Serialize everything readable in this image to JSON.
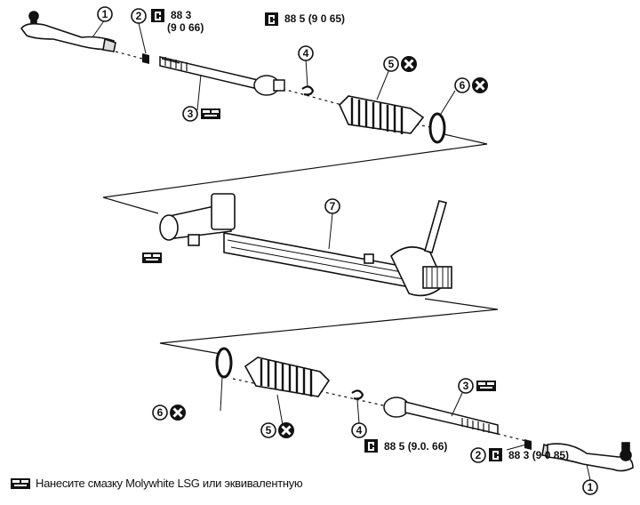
{
  "callouts": {
    "tie_rod_end": "1",
    "lock_nut": "2",
    "inner_tie_rod": "3",
    "clip": "4",
    "boot": "5",
    "boot_clamp": "6",
    "gear_housing": "7"
  },
  "torque": {
    "top_nut_a": "88 3",
    "top_nut_b": "(9 0  66)",
    "top_inner": "88 5 (9 0  65)",
    "bottom_inner": "88 5 (9.0. 66)",
    "bottom_nut": "88 3 (9 0  85)"
  },
  "legend": {
    "text": "Нанесите смазку Molywhite LSG или эквивалентную"
  },
  "icons": [
    "torque-wrench-icon",
    "do-not-reuse-icon",
    "grease-icon"
  ]
}
